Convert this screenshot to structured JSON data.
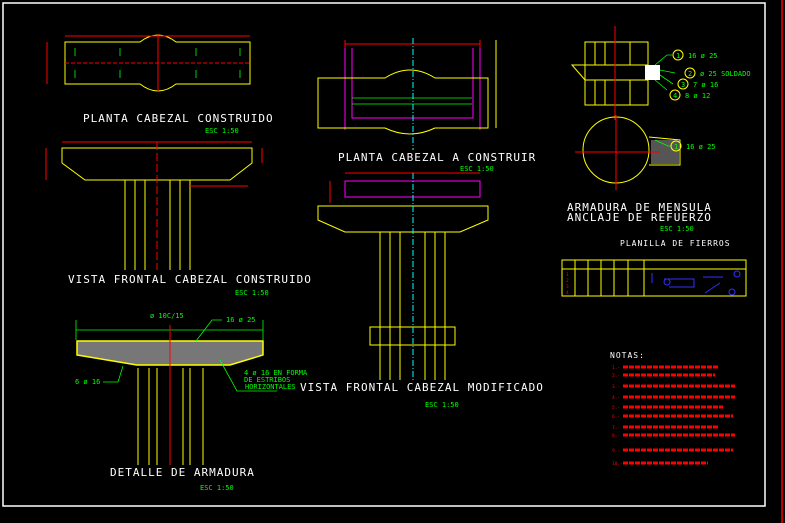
{
  "views": {
    "planta_construido": {
      "title": "PLANTA CABEZAL CONSTRUIDO",
      "scale": "ESC 1:50"
    },
    "vista_construido": {
      "title": "VISTA FRONTAL CABEZAL CONSTRUIDO",
      "scale": "ESC 1:50"
    },
    "detalle": {
      "title": "DETALLE DE ARMADURA",
      "scale": "ESC 1:50",
      "labels": {
        "stirrups": "ø 10C/15",
        "top_bars": "16 ø 25",
        "bottom_bars": "6 ø 16",
        "horizontal_1": "4 ø 16 EN FORMA",
        "horizontal_2": "DE ESTRIBOS",
        "horizontal_3": "HORIZONTALES"
      }
    },
    "planta_construir": {
      "title": "PLANTA CABEZAL A CONSTRUIR",
      "scale": "ESC 1:50"
    },
    "vista_modificado": {
      "title": "VISTA FRONTAL CABEZAL MODIFICADO",
      "scale": "ESC 1:50"
    },
    "mensula": {
      "title_1": "ARMADURA DE MENSULA",
      "title_2": "ANCLAJE  DE REFUERZO",
      "scale": "ESC 1:50",
      "callouts": [
        {
          "num": "1",
          "text": "16 ø 25"
        },
        {
          "num": "2",
          "text": "ø 25  SOLDADO"
        },
        {
          "num": "3",
          "text": "7 ø 16"
        },
        {
          "num": "4",
          "text": "8 ø 12"
        }
      ],
      "callout_lower": {
        "num": "1",
        "text": "16 ø 25"
      }
    }
  },
  "planilla": {
    "title": "PLANILLA DE FIERROS",
    "rows": [
      "1",
      "2",
      "3",
      "4"
    ]
  },
  "notas": {
    "title": "NOTAS:",
    "items": [
      "1.-",
      "2.-",
      "3.-",
      "4.-",
      "5.-",
      "6.-",
      "7.-",
      "8.-",
      "9.-",
      "10.-"
    ]
  },
  "colors": {
    "concrete": "#ffff00",
    "rebar": "#00ff00",
    "axis": "#ff0000",
    "text": "#ffffff"
  }
}
